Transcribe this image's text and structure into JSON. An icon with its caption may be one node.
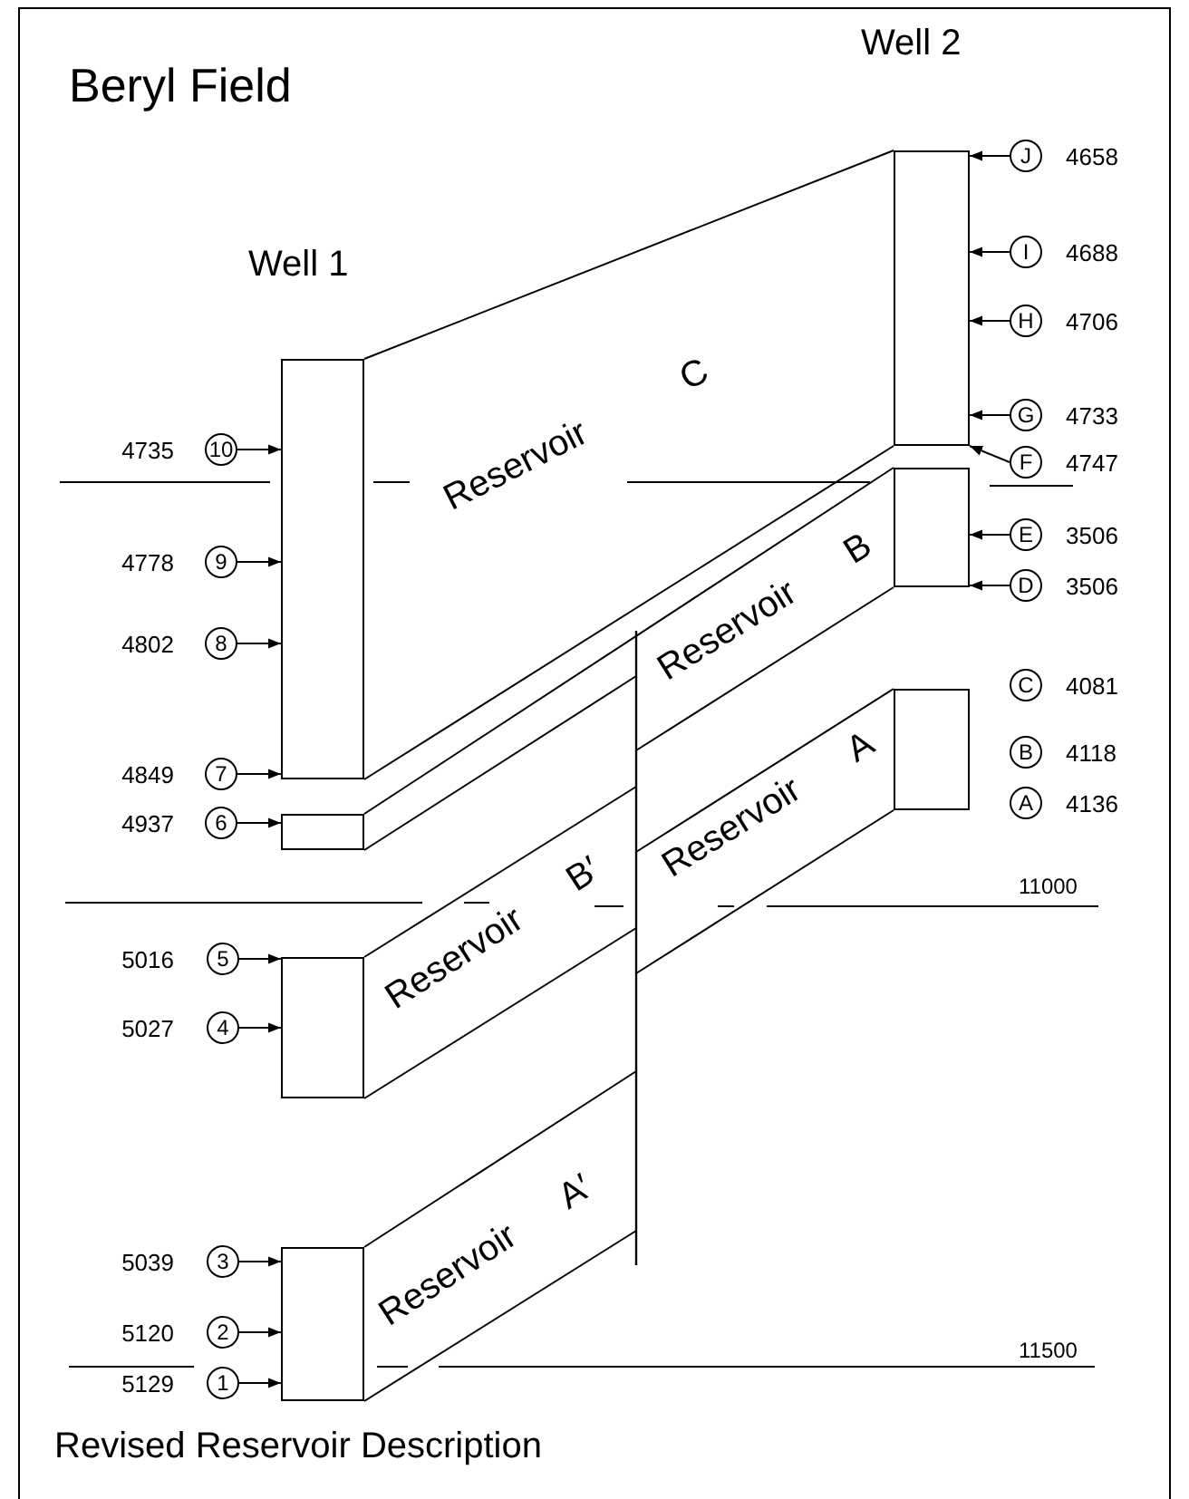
{
  "diagram": {
    "title": "Beryl Field",
    "caption": "Revised Reservoir Description",
    "nodes": [
      {
        "text": [],
        "shape": "box"
      },
      {
        "text": [],
        "shape": "box"
      },
      {
        "text": [],
        "shape": "box"
      },
      {
        "text": [],
        "shape": "box"
      },
      {
        "text": [],
        "shape": "box"
      },
      {
        "text": [],
        "shape": "box"
      },
      {
        "text": [],
        "shape": "box"
      },
      {
        "text": [
          "Reservoir C"
        ]
      },
      {
        "text": [
          "Reservoir B"
        ]
      },
      {
        "text": [
          "Reservoir B′"
        ]
      },
      {
        "text": [
          "Reservoir A"
        ]
      },
      {
        "text": [
          "Reservoir A′"
        ]
      },
      {
        "text": [
          "10"
        ],
        "beside": [
          "4735"
        ]
      },
      {
        "text": [
          "9"
        ],
        "beside": [
          "4778"
        ]
      },
      {
        "text": [
          "8"
        ],
        "beside": [
          "4802"
        ]
      },
      {
        "text": [
          "7"
        ],
        "beside": [
          "4849"
        ]
      },
      {
        "text": [
          "6"
        ],
        "beside": [
          "4937"
        ]
      },
      {
        "text": [
          "5"
        ],
        "beside": [
          "5016"
        ]
      },
      {
        "text": [
          "4"
        ],
        "beside": [
          "5027"
        ]
      },
      {
        "text": [
          "3"
        ],
        "beside": [
          "5039"
        ]
      },
      {
        "text": [
          "2"
        ],
        "beside": [
          "5120"
        ]
      },
      {
        "text": [
          "1"
        ],
        "beside": [
          "5129"
        ]
      },
      {
        "text": [
          "J"
        ],
        "beside": [
          "4658"
        ]
      },
      {
        "text": [
          "I"
        ],
        "beside": [
          "4688"
        ]
      },
      {
        "text": [
          "H"
        ],
        "beside": [
          "4706"
        ]
      },
      {
        "text": [
          "G"
        ],
        "beside": [
          "4733"
        ]
      },
      {
        "text": [
          "F"
        ],
        "beside": [
          "4747"
        ]
      },
      {
        "text": [
          "E"
        ],
        "beside": [
          "3506"
        ]
      },
      {
        "text": [
          "D"
        ],
        "beside": [
          "3506"
        ]
      },
      {
        "text": [
          "C"
        ],
        "beside": [
          "4081"
        ]
      },
      {
        "text": [
          "B"
        ],
        "beside": [
          "4118"
        ]
      },
      {
        "text": [
          "A"
        ],
        "beside": [
          "4136"
        ]
      }
    ],
    "edges": [
      {
        "from": 12,
        "to": 0,
        "arrow": "to"
      },
      {
        "from": 13,
        "to": 0,
        "arrow": "to"
      },
      {
        "from": 14,
        "to": 0,
        "arrow": "to"
      },
      {
        "from": 15,
        "to": 0,
        "arrow": "to"
      },
      {
        "from": 16,
        "to": 1,
        "arrow": "to"
      },
      {
        "from": 17,
        "to": 2,
        "arrow": "to"
      },
      {
        "from": 18,
        "to": 2,
        "arrow": "to"
      },
      {
        "from": 19,
        "to": 3,
        "arrow": "to"
      },
      {
        "from": 20,
        "to": 3,
        "arrow": "to"
      },
      {
        "from": 21,
        "to": 3,
        "arrow": "to"
      },
      {
        "from": 22,
        "to": 4,
        "arrow": "to"
      },
      {
        "from": 23,
        "to": 4,
        "arrow": "to"
      },
      {
        "from": 24,
        "to": 4,
        "arrow": "to"
      },
      {
        "from": 25,
        "to": 4,
        "arrow": "to"
      },
      {
        "from": 26,
        "to": 4,
        "arrow": "to"
      },
      {
        "from": 27,
        "to": 5,
        "arrow": "to"
      },
      {
        "from": 28,
        "to": 5,
        "arrow": "to"
      }
    ],
    "labels": [
      "Well 2",
      "Well 1",
      "11000",
      "11500"
    ]
  }
}
